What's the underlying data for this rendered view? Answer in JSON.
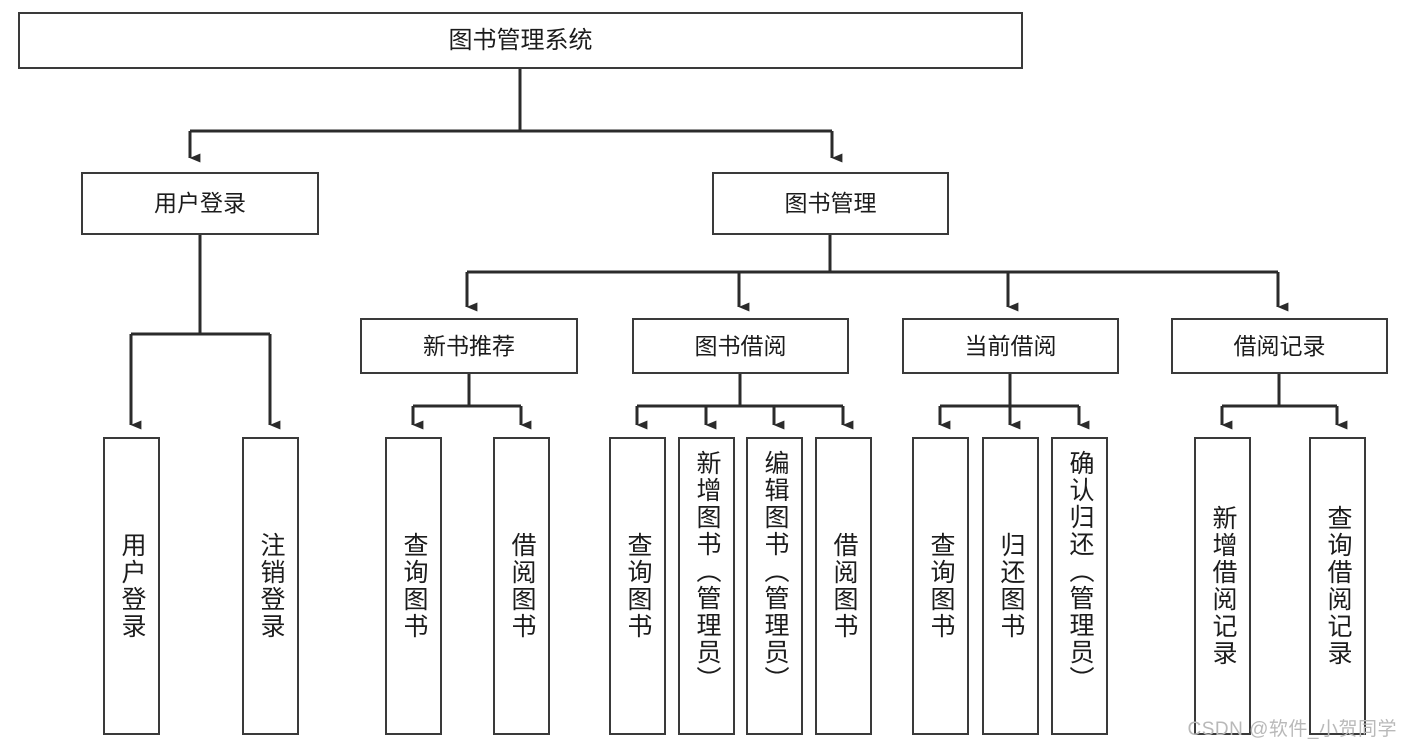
{
  "diagram": {
    "type": "tree-hierarchy",
    "title": "图书管理系统",
    "orientation": "top-down",
    "colors": {
      "box_border": "#3a3a3a",
      "box_fill": "#ffffff",
      "connector": "#2b2b2b",
      "text": "#1c1c1c",
      "watermark": "#b9b9b9",
      "background": "#ffffff"
    },
    "nodes": {
      "root": {
        "label": "图书管理系统",
        "level": 0,
        "text_orientation": "horizontal"
      },
      "level1": [
        {
          "id": "user-login",
          "label": "用户登录",
          "text_orientation": "horizontal"
        },
        {
          "id": "book-manage",
          "label": "图书管理",
          "text_orientation": "horizontal"
        }
      ],
      "level2": [
        {
          "id": "new-book-recommend",
          "label": "新书推荐",
          "parent": "book-manage",
          "text_orientation": "horizontal"
        },
        {
          "id": "book-borrow",
          "label": "图书借阅",
          "parent": "book-manage",
          "text_orientation": "horizontal"
        },
        {
          "id": "current-borrow",
          "label": "当前借阅",
          "parent": "book-manage",
          "text_orientation": "horizontal"
        },
        {
          "id": "borrow-record",
          "label": "借阅记录",
          "parent": "book-manage",
          "text_orientation": "horizontal"
        }
      ],
      "leaves": [
        {
          "id": "leaf-user-login",
          "label": "用户登录",
          "parent": "user-login",
          "text_orientation": "vertical"
        },
        {
          "id": "leaf-user-logout",
          "label": "注销登录",
          "parent": "user-login",
          "text_orientation": "vertical"
        },
        {
          "id": "leaf-query-book-1",
          "label": "查询图书",
          "parent": "new-book-recommend",
          "text_orientation": "vertical"
        },
        {
          "id": "leaf-borrow-book-1",
          "label": "借阅图书",
          "parent": "new-book-recommend",
          "text_orientation": "vertical"
        },
        {
          "id": "leaf-query-book-2",
          "label": "查询图书",
          "parent": "book-borrow",
          "text_orientation": "vertical"
        },
        {
          "id": "leaf-add-book",
          "label": "新增图书（管理员）",
          "parent": "book-borrow",
          "text_orientation": "vertical"
        },
        {
          "id": "leaf-edit-book",
          "label": "编辑图书（管理员）",
          "parent": "book-borrow",
          "text_orientation": "vertical"
        },
        {
          "id": "leaf-borrow-book-2",
          "label": "借阅图书",
          "parent": "book-borrow",
          "text_orientation": "vertical"
        },
        {
          "id": "leaf-query-book-3",
          "label": "查询图书",
          "parent": "current-borrow",
          "text_orientation": "vertical"
        },
        {
          "id": "leaf-return-book",
          "label": "归还图书",
          "parent": "current-borrow",
          "text_orientation": "vertical"
        },
        {
          "id": "leaf-confirm-return",
          "label": "确认归还（管理员）",
          "parent": "current-borrow",
          "text_orientation": "vertical"
        },
        {
          "id": "leaf-add-record",
          "label": "新增借阅记录",
          "parent": "borrow-record",
          "text_orientation": "vertical"
        },
        {
          "id": "leaf-query-record",
          "label": "查询借阅记录",
          "parent": "borrow-record",
          "text_orientation": "vertical"
        }
      ]
    },
    "watermark": "CSDN @软件_小贺同学"
  }
}
